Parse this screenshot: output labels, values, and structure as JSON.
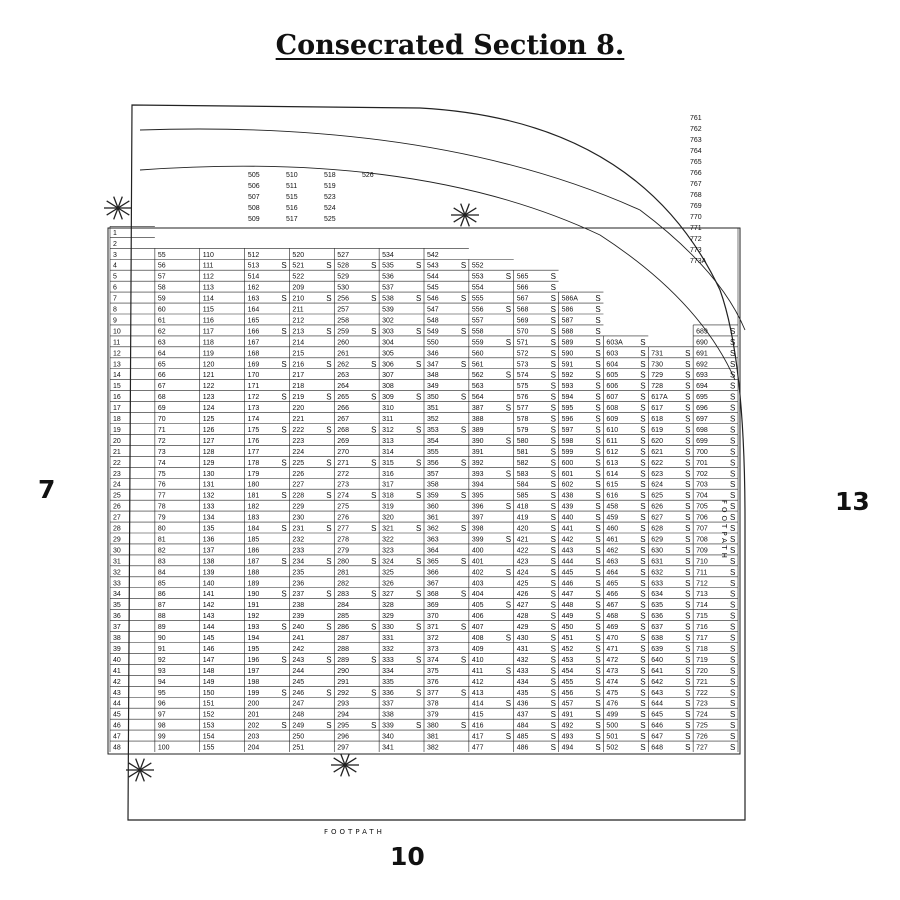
{
  "title": "Consecrated Section 8.",
  "section_labels": {
    "left": "7",
    "right": "13",
    "bottom": "10"
  },
  "footpath_labels": {
    "bottom": "FOOTPATH",
    "right": "FOOTPATH"
  },
  "grid": {
    "columns": [
      [
        "1",
        "2",
        "3",
        "4",
        "5",
        "6",
        "7",
        "8",
        "9",
        "10",
        "11",
        "12",
        "13",
        "14",
        "15",
        "16",
        "17",
        "18",
        "19",
        "20",
        "21",
        "22",
        "23",
        "24",
        "25",
        "26",
        "27",
        "28",
        "29",
        "30",
        "31",
        "32",
        "33",
        "34",
        "35",
        "36",
        "37",
        "38",
        "39",
        "40",
        "41",
        "42",
        "43",
        "44",
        "45",
        "46",
        "47",
        "48"
      ],
      [
        "55",
        "56",
        "57",
        "58",
        "59",
        "60",
        "61",
        "62",
        "63",
        "64",
        "65",
        "66",
        "67",
        "68",
        "69",
        "70",
        "71",
        "72",
        "73",
        "74",
        "75",
        "76",
        "77",
        "78",
        "79",
        "80",
        "81",
        "82",
        "83",
        "84",
        "85",
        "86",
        "87",
        "88",
        "89",
        "90",
        "91",
        "92",
        "93",
        "94",
        "95",
        "96",
        "97",
        "98",
        "99",
        "100"
      ],
      [
        "110",
        "111",
        "112",
        "113",
        "114",
        "115",
        "116",
        "117",
        "118",
        "119",
        "120",
        "121",
        "122",
        "123",
        "124",
        "125",
        "126",
        "127",
        "128",
        "129",
        "130",
        "131",
        "132",
        "133",
        "134",
        "135",
        "136",
        "137",
        "138",
        "139",
        "140",
        "141",
        "142",
        "143",
        "144",
        "145",
        "146",
        "147",
        "148",
        "149",
        "150",
        "151",
        "152",
        "153",
        "154",
        "155"
      ],
      [
        "512",
        "513",
        "514",
        "162",
        "163",
        "164",
        "165",
        "166",
        "167",
        "168",
        "169",
        "170",
        "171",
        "172",
        "173",
        "174",
        "175",
        "176",
        "177",
        "178",
        "179",
        "180",
        "181",
        "182",
        "183",
        "184",
        "185",
        "186",
        "187",
        "188",
        "189",
        "190",
        "191",
        "192",
        "193",
        "194",
        "195",
        "196",
        "197",
        "198",
        "199",
        "200",
        "201",
        "202",
        "203",
        "204"
      ],
      [
        "520",
        "521",
        "522",
        "209",
        "210",
        "211",
        "212",
        "213",
        "214",
        "215",
        "216",
        "217",
        "218",
        "219",
        "220",
        "221",
        "222",
        "223",
        "224",
        "225",
        "226",
        "227",
        "228",
        "229",
        "230",
        "231",
        "232",
        "233",
        "234",
        "235",
        "236",
        "237",
        "238",
        "239",
        "240",
        "241",
        "242",
        "243",
        "244",
        "245",
        "246",
        "247",
        "248",
        "249",
        "250",
        "251"
      ],
      [
        "527",
        "528",
        "529",
        "530",
        "256",
        "257",
        "258",
        "259",
        "260",
        "261",
        "262",
        "263",
        "264",
        "265",
        "266",
        "267",
        "268",
        "269",
        "270",
        "271",
        "272",
        "273",
        "274",
        "275",
        "276",
        "277",
        "278",
        "279",
        "280",
        "281",
        "282",
        "283",
        "284",
        "285",
        "286",
        "287",
        "288",
        "289",
        "290",
        "291",
        "292",
        "293",
        "294",
        "295",
        "296",
        "297"
      ],
      [
        "534",
        "535",
        "536",
        "537",
        "538",
        "539",
        "302",
        "303",
        "304",
        "305",
        "306",
        "307",
        "308",
        "309",
        "310",
        "311",
        "312",
        "313",
        "314",
        "315",
        "316",
        "317",
        "318",
        "319",
        "320",
        "321",
        "322",
        "323",
        "324",
        "325",
        "326",
        "327",
        "328",
        "329",
        "330",
        "331",
        "332",
        "333",
        "334",
        "335",
        "336",
        "337",
        "338",
        "339",
        "340",
        "341"
      ],
      [
        "542",
        "543",
        "544",
        "545",
        "546",
        "547",
        "548",
        "549",
        "550",
        "346",
        "347",
        "348",
        "349",
        "350",
        "351",
        "352",
        "353",
        "354",
        "355",
        "356",
        "357",
        "358",
        "359",
        "360",
        "361",
        "362",
        "363",
        "364",
        "365",
        "366",
        "367",
        "368",
        "369",
        "370",
        "371",
        "372",
        "373",
        "374",
        "375",
        "376",
        "377",
        "378",
        "379",
        "380",
        "381",
        "382"
      ],
      [
        "552",
        "553",
        "554",
        "555",
        "556",
        "557",
        "558",
        "559",
        "560",
        "561",
        "562",
        "563",
        "564",
        "387",
        "388",
        "389",
        "390",
        "391",
        "392",
        "393",
        "394",
        "395",
        "396",
        "397",
        "398",
        "399",
        "400",
        "401",
        "402",
        "403",
        "404",
        "405",
        "406",
        "407",
        "408",
        "409",
        "410",
        "411",
        "412",
        "413",
        "414",
        "415",
        "416",
        "417",
        "477"
      ],
      [
        "565",
        "566",
        "567",
        "568",
        "569",
        "570",
        "571",
        "572",
        "573",
        "574",
        "575",
        "576",
        "577",
        "578",
        "579",
        "580",
        "581",
        "582",
        "583",
        "584",
        "585",
        "418",
        "419",
        "420",
        "421",
        "422",
        "423",
        "424",
        "425",
        "426",
        "427",
        "428",
        "429",
        "430",
        "431",
        "432",
        "433",
        "434",
        "435",
        "436",
        "437",
        "484",
        "485",
        "486"
      ],
      [
        "586A",
        "586",
        "587",
        "588",
        "589",
        "590",
        "591",
        "592",
        "593",
        "594",
        "595",
        "596",
        "597",
        "598",
        "599",
        "600",
        "601",
        "602",
        "438",
        "439",
        "440",
        "441",
        "442",
        "443",
        "444",
        "445",
        "446",
        "447",
        "448",
        "449",
        "450",
        "451",
        "452",
        "453",
        "454",
        "455",
        "456",
        "457",
        "491",
        "492",
        "493",
        "494"
      ],
      [
        "603A",
        "603",
        "604",
        "605",
        "606",
        "607",
        "608",
        "609",
        "610",
        "611",
        "612",
        "613",
        "614",
        "615",
        "616",
        "458",
        "459",
        "460",
        "461",
        "462",
        "463",
        "464",
        "465",
        "466",
        "467",
        "468",
        "469",
        "470",
        "471",
        "472",
        "473",
        "474",
        "475",
        "476",
        "499",
        "500",
        "501",
        "502"
      ],
      [
        "731",
        "730",
        "729",
        "728",
        "617A",
        "617",
        "618",
        "619",
        "620",
        "621",
        "622",
        "623",
        "624",
        "625",
        "626",
        "627",
        "628",
        "629",
        "630",
        "631",
        "632",
        "633",
        "634",
        "635",
        "636",
        "637",
        "638",
        "639",
        "640",
        "641",
        "642",
        "643",
        "644",
        "645",
        "646",
        "647",
        "648"
      ],
      [
        "689",
        "690",
        "691",
        "692",
        "693",
        "694",
        "695",
        "696",
        "697",
        "698",
        "699",
        "700",
        "701",
        "702",
        "703",
        "704",
        "705",
        "706",
        "707",
        "708",
        "709",
        "710",
        "711",
        "712",
        "713",
        "714",
        "715",
        "716",
        "717",
        "718",
        "719",
        "720",
        "721",
        "722",
        "723",
        "724",
        "725",
        "726",
        "727"
      ]
    ]
  },
  "radial_labels": [
    "761",
    "762",
    "763",
    "764",
    "765",
    "766",
    "767",
    "768",
    "769",
    "770",
    "771",
    "772",
    "773",
    "773A"
  ],
  "top_row_labels": [
    "505",
    "506",
    "507",
    "508",
    "509",
    "510",
    "511",
    "515",
    "516",
    "517",
    "518",
    "519",
    "523",
    "524",
    "525",
    "526"
  ],
  "marker": "S"
}
